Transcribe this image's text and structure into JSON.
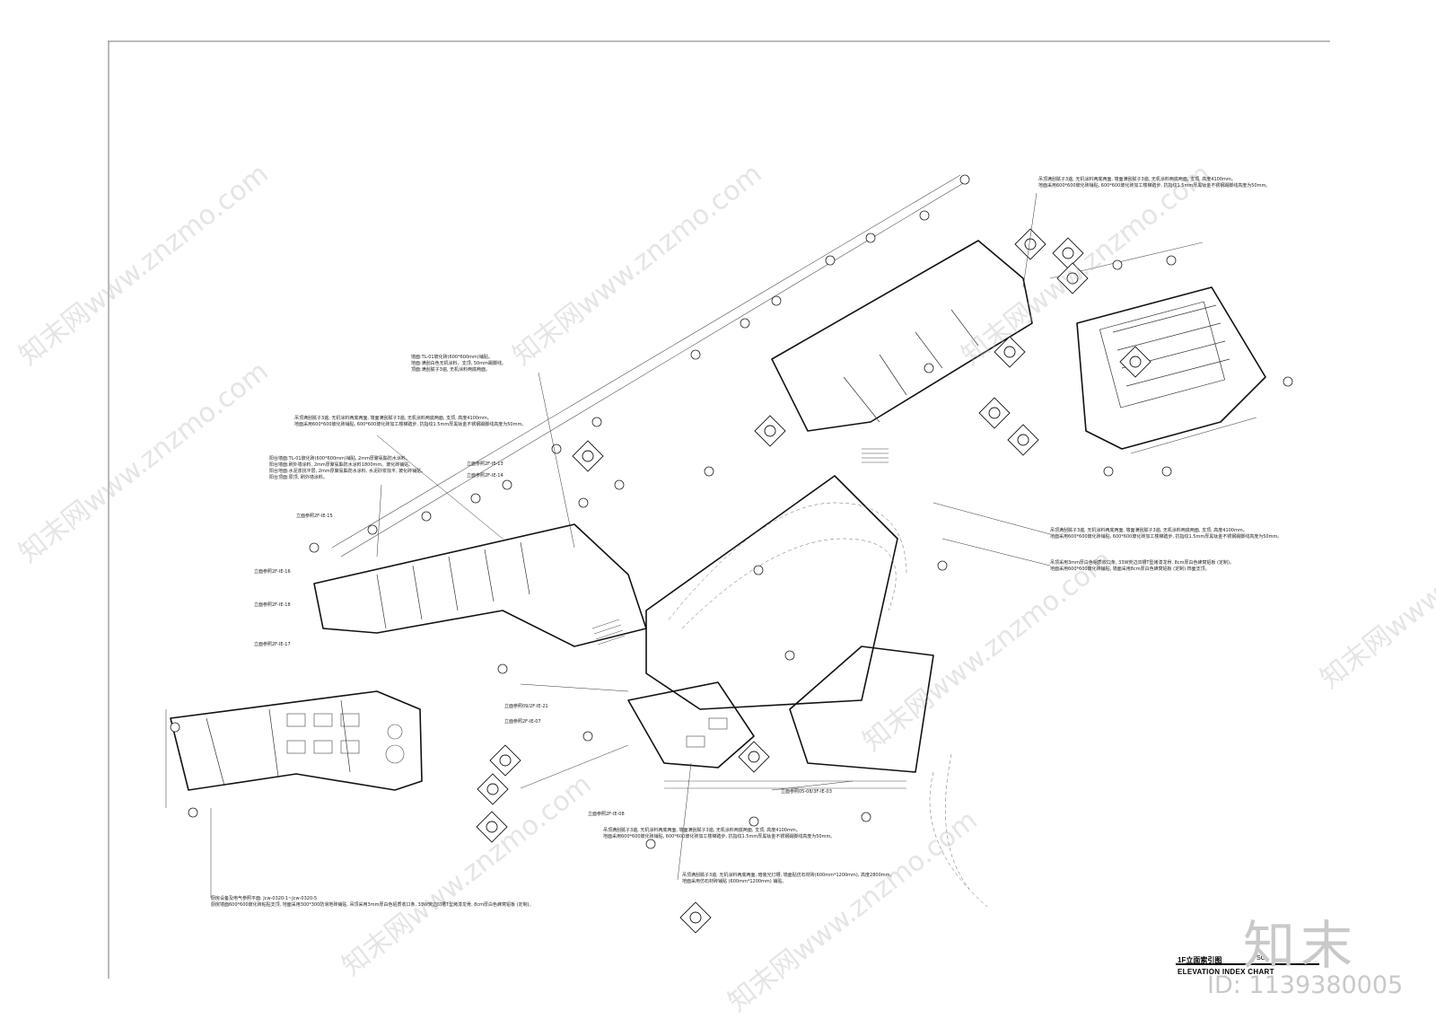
{
  "drawing": {
    "title_cn": "1F立面索引图",
    "title_en": "ELEVATION INDEX CHART",
    "scale_label": "SC"
  },
  "notes": {
    "top_center": "墙面:TL-01玻化砖(600*600mm)铺贴。\n地面:满刮白色无机涂料。支顶, 50mm踢脚线。\n顶面:满刮腻子3遍, 无机涂料两底两面。",
    "mid_left": "吊顶满刮腻子3遍, 无机涂料两底两面, 墙面满刮腻子3遍, 无机涂料两底两面, 支顶, 高度4100mm。\n地面采用600*600玻化砖铺贴, 600*600玻化砖加工楼梯踏步, 抗指纹1.5mm厚黑钛金不锈钢踢脚线高度为50mm。",
    "balcony": "阳台墙面:TL-01玻化砖(600*600mm)铺贴, 2mm厚聚氨酯防水涂料。\n阳台墙面:刷外墙涂料, 2mm厚聚氨酯防水涂料1800mm。玻化砖铺贴。\n阳台地面:水泥浆找平层, 2mm厚聚氨酯防水涂料, 水泥砂浆找平, 玻化砖铺贴。\n阳台顶面:原顶, 刷外墙涂料。",
    "top_right": "吊顶满刮腻子3遍, 无机涂料两底两面, 墙面满刮腻子3遍, 无机涂料两底两面, 支顶, 高度4100mm。\n地面采用600*600玻化砖铺贴, 600*600玻化砖加工楼梯踏步, 抗指纹1.5mm厚黑钛金不锈钢踢脚线高度为50mm。",
    "right_mid_1": "吊顶满刮腻子3遍, 无机涂料两底两面, 墙面满刮腻子3遍, 无机涂料两底两面, 支顶, 高度4100mm。\n地面采用600*600玻化砖铺贴, 600*600玻化砖加工楼梯踏步, 抗指纹1.5mm厚黑钛金不锈钢踢脚线高度为50mm。",
    "right_mid_2": "吊顶采用3mm厚白色铝质收口条, 33W荧边凹槽T型烤漆龙骨, 8cm厚白色蜂窝铝板 (定制)。\n地面采用600*600玻化砖铺贴, 墙面采用8cm厚白色蜂窝铝板 (定制) 饰面支顶。",
    "bottom_mid": "吊顶满刮腻子3遍, 无机涂料两底两面, 墙面满刮腻子3遍, 无机涂料两底两面, 支顶, 高度4100mm。\n地面采用600*600玻化砖铺贴, 600*600玻化砖加工楼梯踏步, 抗指纹1.5mm厚黑钛金不锈钢踢脚线高度为50mm。",
    "bottom_center": "吊顶满刮腻子3遍, 无机涂料两底两面, 暗装光灯槽, 墙面贴仿石材砖(600mm*1200mm), 高度2800mm。\n地面采用仿石材砖铺贴 (600mm*1200mm) 铺贴。",
    "kitchen": "厨房设备及电气参照平面: Jcw-0320-1~Jcw-0320-5\n厨房墙面600*600玻化砖粘贴支顶, 地面采用300*300防滑地砖铺贴, 吊顶采用3mm厚白色铝质收口条, 33W荧边凹槽T型烤漆龙骨, 8cm厚白色蜂窝铝板 (定制)。"
  },
  "tags": [
    "立面参照2F-IE-13",
    "立面参照2F-IE-14",
    "立面参照2F-IE-15",
    "立面参照2F-IE-16",
    "立面参照2F-IE-18",
    "立面参照2F-IE-17",
    "立面参照09/2F-IE-21",
    "立面参照2F-IE-07",
    "立面参照2F-IE-08",
    "立面参照05-08/3F-IE-03"
  ],
  "watermark": {
    "logo": "知末",
    "id": "ID: 1139380005",
    "site": "知末网www.znzmo.com"
  }
}
